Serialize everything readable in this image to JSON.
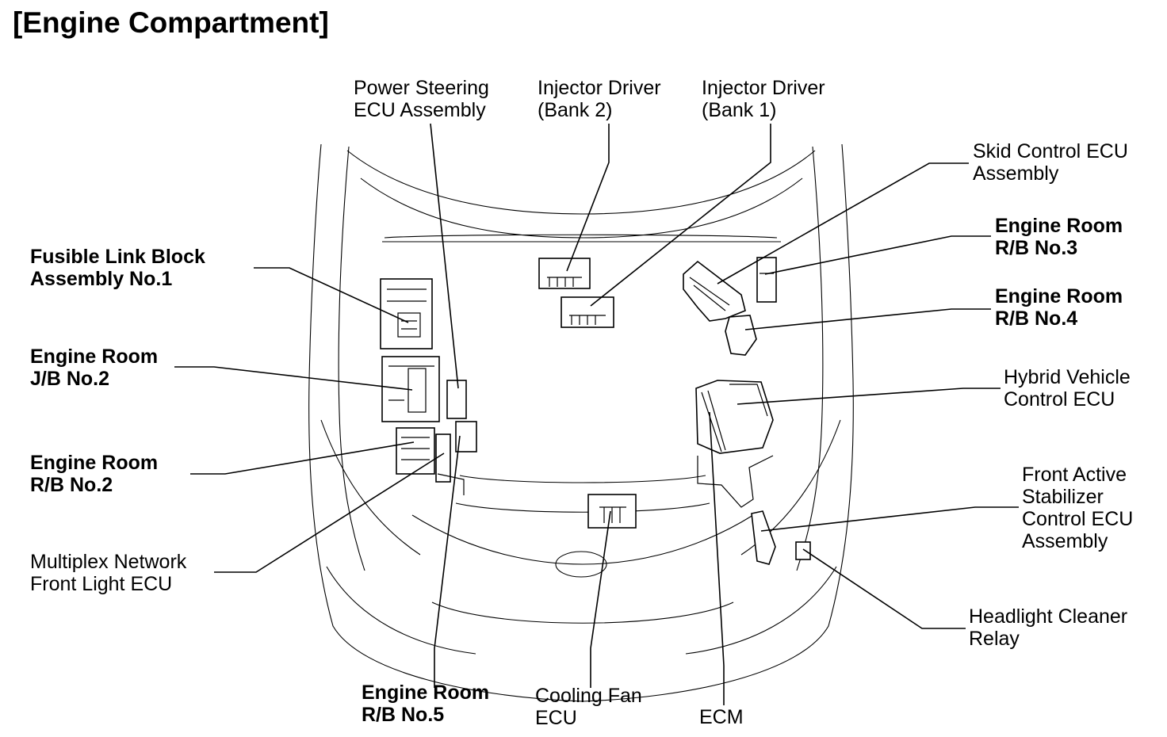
{
  "title": "[Engine Compartment]",
  "labels": {
    "power_steering": [
      "Power Steering",
      "ECU Assembly"
    ],
    "injector_bank2": [
      "Injector Driver",
      "(Bank 2)"
    ],
    "injector_bank1": [
      "Injector Driver",
      "(Bank 1)"
    ],
    "skid_control": [
      "Skid Control ECU",
      "Assembly"
    ],
    "er_rb3": [
      "Engine Room",
      "R/B No.3"
    ],
    "er_rb4": [
      "Engine Room",
      "R/B No.4"
    ],
    "hybrid_ecu": [
      "Hybrid Vehicle",
      "Control ECU"
    ],
    "front_active": [
      "Front Active",
      "Stabilizer",
      "Control ECU",
      "Assembly"
    ],
    "headlight_cleaner": [
      "Headlight Cleaner",
      "Relay"
    ],
    "ecm": [
      "ECM"
    ],
    "cooling_fan": [
      "Cooling Fan",
      "ECU"
    ],
    "er_rb5": [
      "Engine Room",
      "R/B No.5"
    ],
    "multiplex": [
      "Multiplex Network",
      "Front Light ECU"
    ],
    "er_rb2": [
      "Engine Room",
      "R/B No.2"
    ],
    "er_jb2": [
      "Engine Room",
      "J/B No.2"
    ],
    "fusible_link": [
      "Fusible Link Block",
      "Assembly No.1"
    ]
  }
}
